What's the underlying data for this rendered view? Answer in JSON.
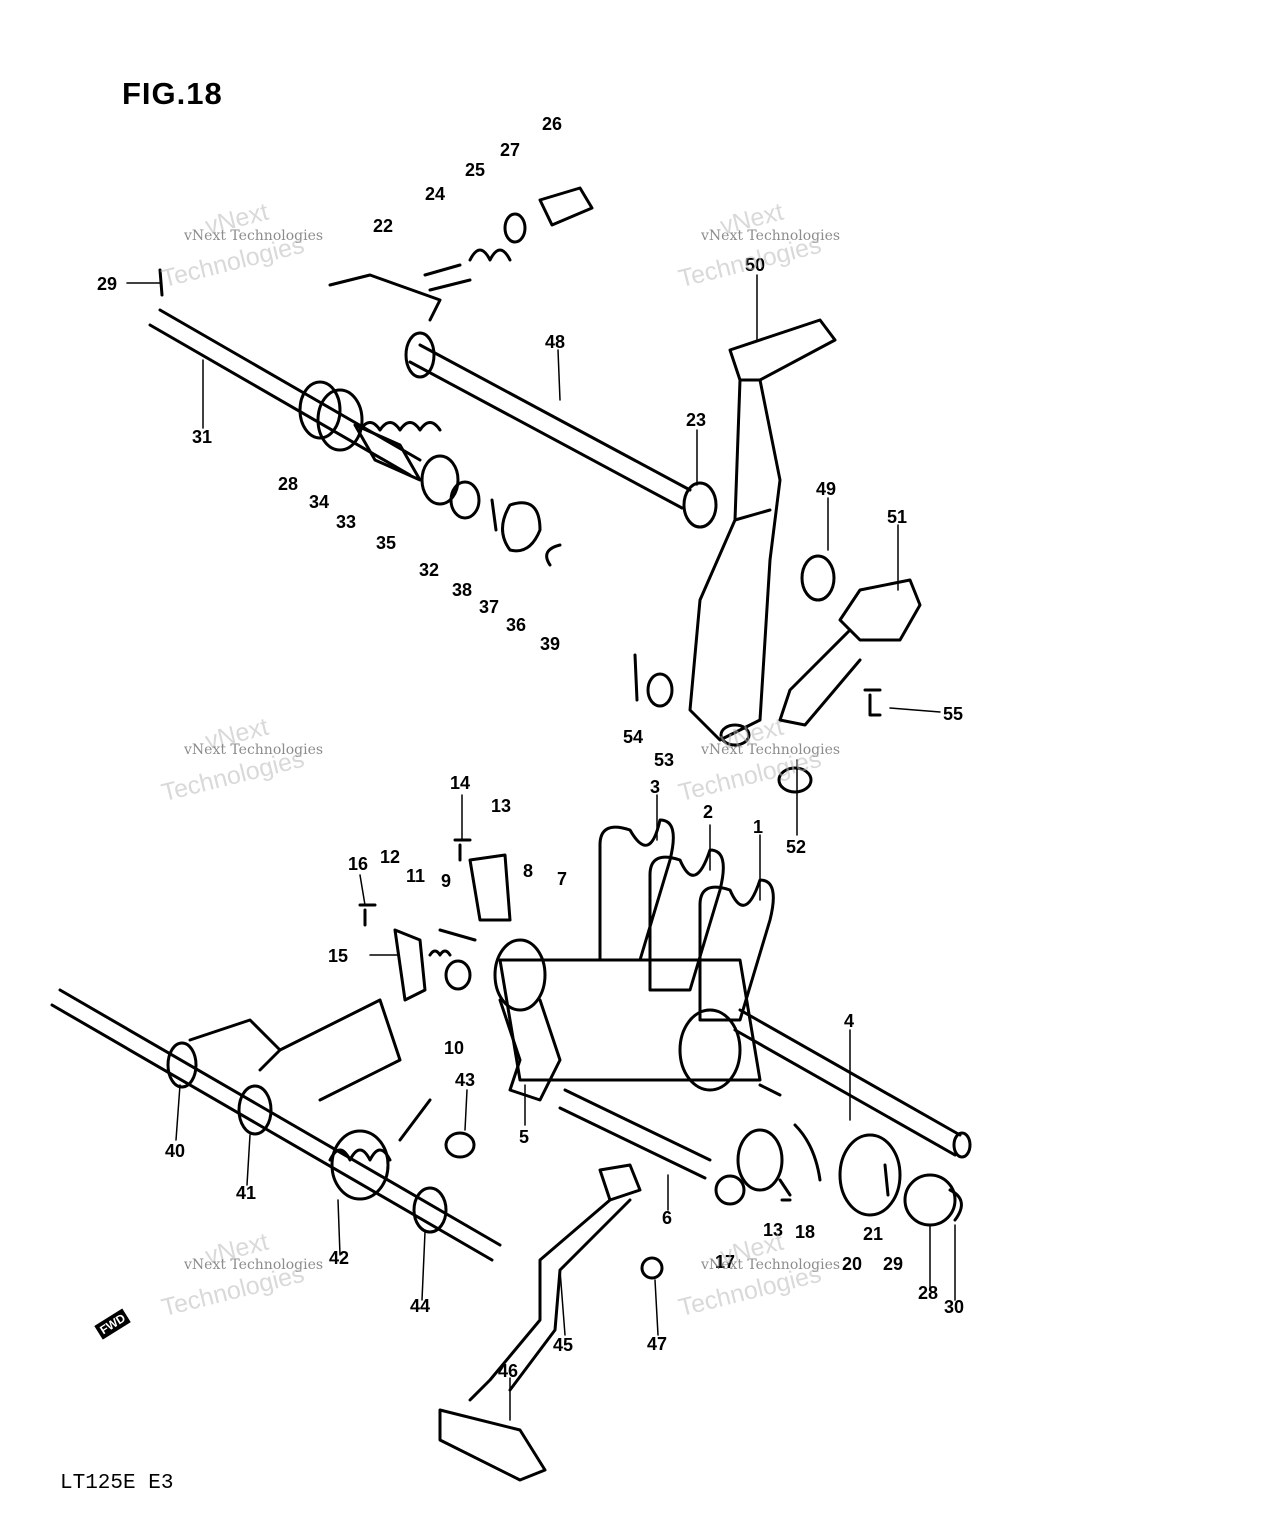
{
  "figure_title": "FIG.18",
  "model_label": "LT125E  E3",
  "fwd_label": "FWD",
  "watermark": {
    "small": "vNext Technologies",
    "big": "Technologies",
    "top": "vNext"
  },
  "parts": [
    {
      "id": "p1",
      "text": "1"
    },
    {
      "id": "p2",
      "text": "2"
    },
    {
      "id": "p3",
      "text": "3"
    },
    {
      "id": "p4",
      "text": "4"
    },
    {
      "id": "p5",
      "text": "5"
    },
    {
      "id": "p6",
      "text": "6"
    },
    {
      "id": "p7",
      "text": "7"
    },
    {
      "id": "p8",
      "text": "8"
    },
    {
      "id": "p9",
      "text": "9"
    },
    {
      "id": "p10",
      "text": "10"
    },
    {
      "id": "p11",
      "text": "11"
    },
    {
      "id": "p12",
      "text": "12"
    },
    {
      "id": "p13a",
      "text": "13"
    },
    {
      "id": "p13b",
      "text": "13"
    },
    {
      "id": "p14",
      "text": "14"
    },
    {
      "id": "p15",
      "text": "15"
    },
    {
      "id": "p16",
      "text": "16"
    },
    {
      "id": "p17",
      "text": "17"
    },
    {
      "id": "p18",
      "text": "18"
    },
    {
      "id": "p20",
      "text": "20"
    },
    {
      "id": "p21",
      "text": "21"
    },
    {
      "id": "p22",
      "text": "22"
    },
    {
      "id": "p23",
      "text": "23"
    },
    {
      "id": "p24",
      "text": "24"
    },
    {
      "id": "p25",
      "text": "25"
    },
    {
      "id": "p26",
      "text": "26"
    },
    {
      "id": "p27",
      "text": "27"
    },
    {
      "id": "p28a",
      "text": "28"
    },
    {
      "id": "p28b",
      "text": "28"
    },
    {
      "id": "p29a",
      "text": "29"
    },
    {
      "id": "p29b",
      "text": "29"
    },
    {
      "id": "p30",
      "text": "30"
    },
    {
      "id": "p31",
      "text": "31"
    },
    {
      "id": "p32",
      "text": "32"
    },
    {
      "id": "p33",
      "text": "33"
    },
    {
      "id": "p34",
      "text": "34"
    },
    {
      "id": "p35",
      "text": "35"
    },
    {
      "id": "p36",
      "text": "36"
    },
    {
      "id": "p37",
      "text": "37"
    },
    {
      "id": "p38",
      "text": "38"
    },
    {
      "id": "p39",
      "text": "39"
    },
    {
      "id": "p40",
      "text": "40"
    },
    {
      "id": "p41",
      "text": "41"
    },
    {
      "id": "p42",
      "text": "42"
    },
    {
      "id": "p43",
      "text": "43"
    },
    {
      "id": "p44",
      "text": "44"
    },
    {
      "id": "p45",
      "text": "45"
    },
    {
      "id": "p46",
      "text": "46"
    },
    {
      "id": "p47",
      "text": "47"
    },
    {
      "id": "p48",
      "text": "48"
    },
    {
      "id": "p49",
      "text": "49"
    },
    {
      "id": "p50",
      "text": "50"
    },
    {
      "id": "p51",
      "text": "51"
    },
    {
      "id": "p52",
      "text": "52"
    },
    {
      "id": "p53",
      "text": "53"
    },
    {
      "id": "p54",
      "text": "54"
    },
    {
      "id": "p55",
      "text": "55"
    }
  ]
}
